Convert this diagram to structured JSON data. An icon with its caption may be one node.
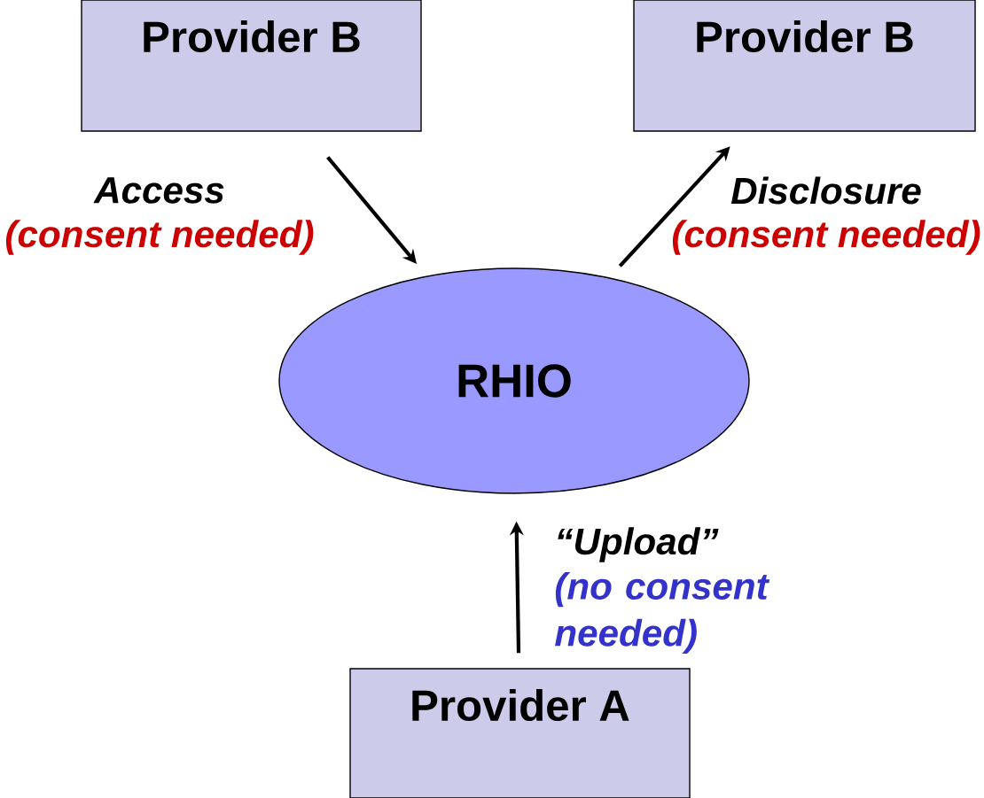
{
  "diagram": {
    "nodes": [
      {
        "text": [
          "Provider B"
        ]
      },
      {
        "text": [
          "Provider B"
        ]
      },
      {
        "text": [
          "RHIO"
        ]
      },
      {
        "text": [
          "Provider A"
        ]
      }
    ],
    "edges": [
      {
        "from": 0,
        "to": 2,
        "arrow": "to",
        "label": "Access"
      },
      {
        "from": 2,
        "to": 1,
        "arrow": "to",
        "label": "Disclosure"
      },
      {
        "from": 3,
        "to": 2,
        "arrow": "to",
        "label": "“Upload”"
      }
    ],
    "labels": [
      "(consent needed)",
      "(consent needed)",
      "(no consent needed)"
    ]
  }
}
